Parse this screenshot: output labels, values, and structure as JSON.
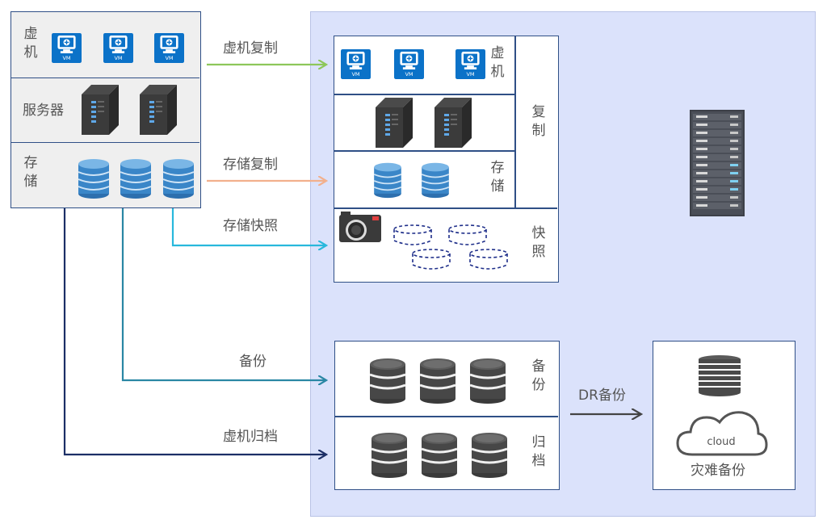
{
  "source": {
    "vm_label": "虚机",
    "server_label": "服务器",
    "storage_label": "存储",
    "vm_icon_text": "VM"
  },
  "arrows": {
    "vm_replication": "虚机复制",
    "storage_replication": "存储复制",
    "storage_snapshot": "存储快照",
    "backup": "备份",
    "vm_archive": "虚机归档",
    "dr_backup": "DR备份"
  },
  "target": {
    "vm_label": "虚机",
    "replication_label": "复制",
    "storage_label": "存储",
    "snapshot_label": "快照",
    "backup_label": "备份",
    "archive_label": "归档"
  },
  "cloud": {
    "icon_text": "cloud",
    "dr_label": "灾难备份"
  },
  "colors": {
    "panel_bg": "#dbe2fb",
    "vm_blue": "#0b72c8",
    "green_arrow": "#8dc75a",
    "orange_arrow": "#f2b08d",
    "cyan_arrow": "#28b8dc",
    "teal_arrow": "#2a87a4",
    "navy_arrow": "#1c2f66",
    "dashed_disk": "#1f2f8a"
  }
}
